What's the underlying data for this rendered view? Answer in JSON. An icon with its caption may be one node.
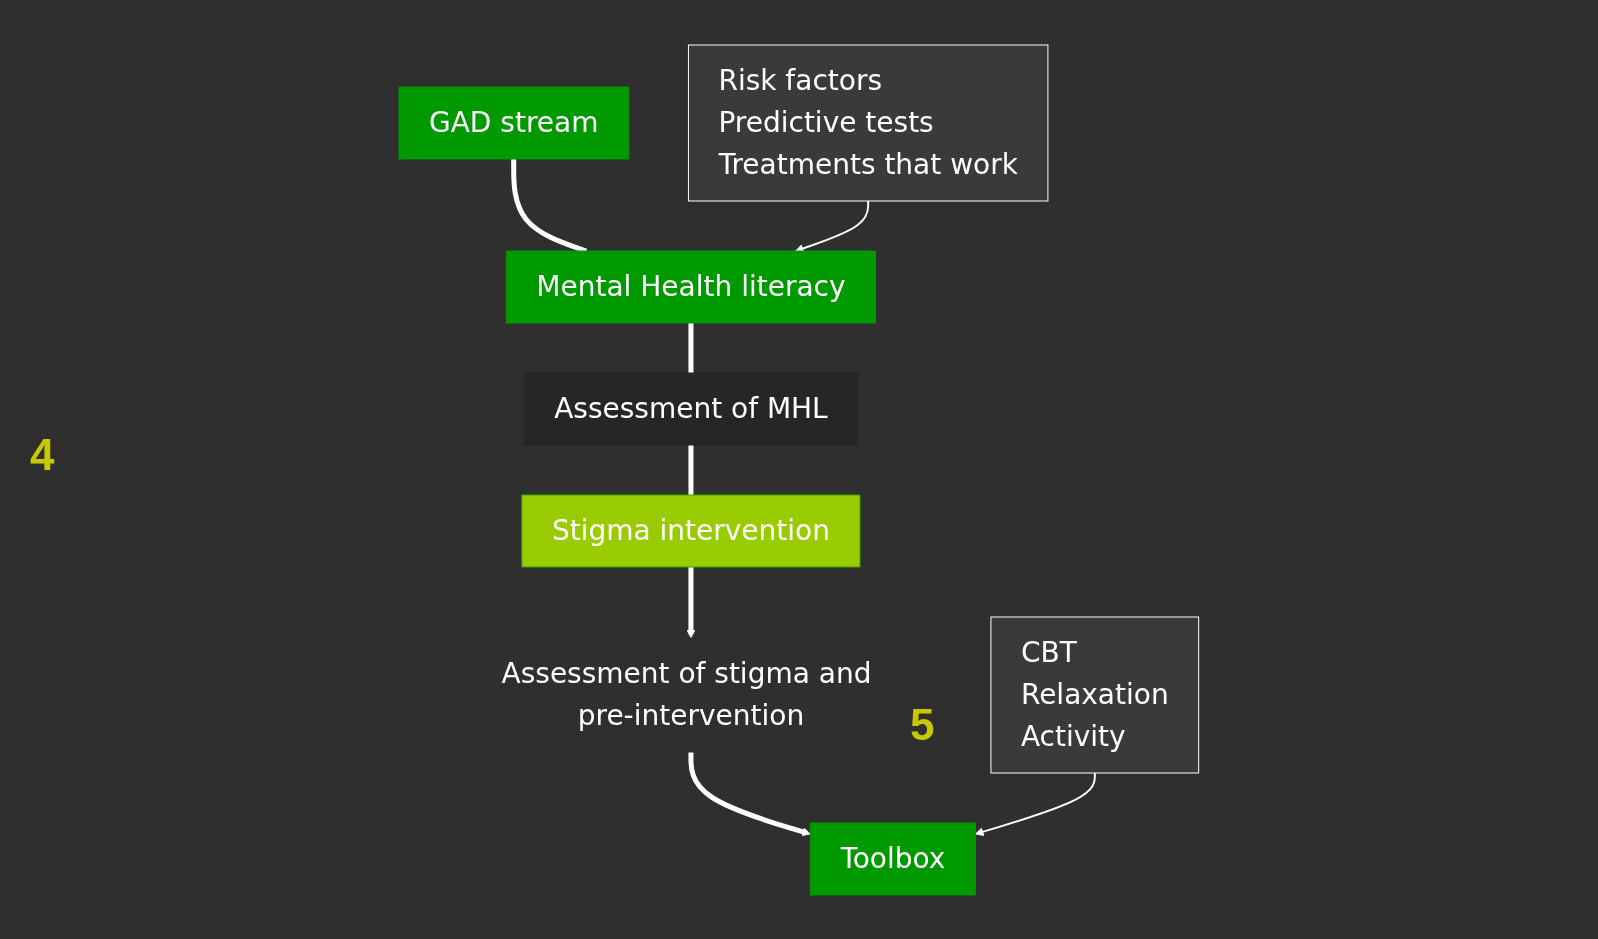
{
  "diagram": {
    "nodes": [
      {
        "text": [
          "GAD stream"
        ]
      },
      {
        "text": [
          "Mental Health literacy"
        ]
      },
      {
        "text": [
          "Assessment of MHL"
        ]
      },
      {
        "text": [
          "Stigma intervention"
        ]
      },
      {
        "text": [
          "Assessment of stigma and pre-intervention"
        ]
      },
      {
        "text": [
          "Toolbox"
        ]
      },
      {
        "text": [
          "Risk factors",
          "Predictive tests",
          "Treatments that work"
        ]
      },
      {
        "text": [
          "CBT",
          "Relaxation",
          "Activity"
        ]
      }
    ],
    "edges": [
      {
        "from": 0,
        "to": 1,
        "arrow": "none"
      },
      {
        "from": 1,
        "to": 2,
        "arrow": "none"
      },
      {
        "from": 2,
        "to": 3,
        "arrow": "none"
      },
      {
        "from": 3,
        "to": 4,
        "arrow": "to"
      },
      {
        "from": 4,
        "to": 5,
        "arrow": "to"
      },
      {
        "from": 6,
        "to": 1,
        "arrow": "to"
      },
      {
        "from": 7,
        "to": 5,
        "arrow": "to"
      }
    ],
    "labels": [
      "4",
      "5"
    ]
  }
}
